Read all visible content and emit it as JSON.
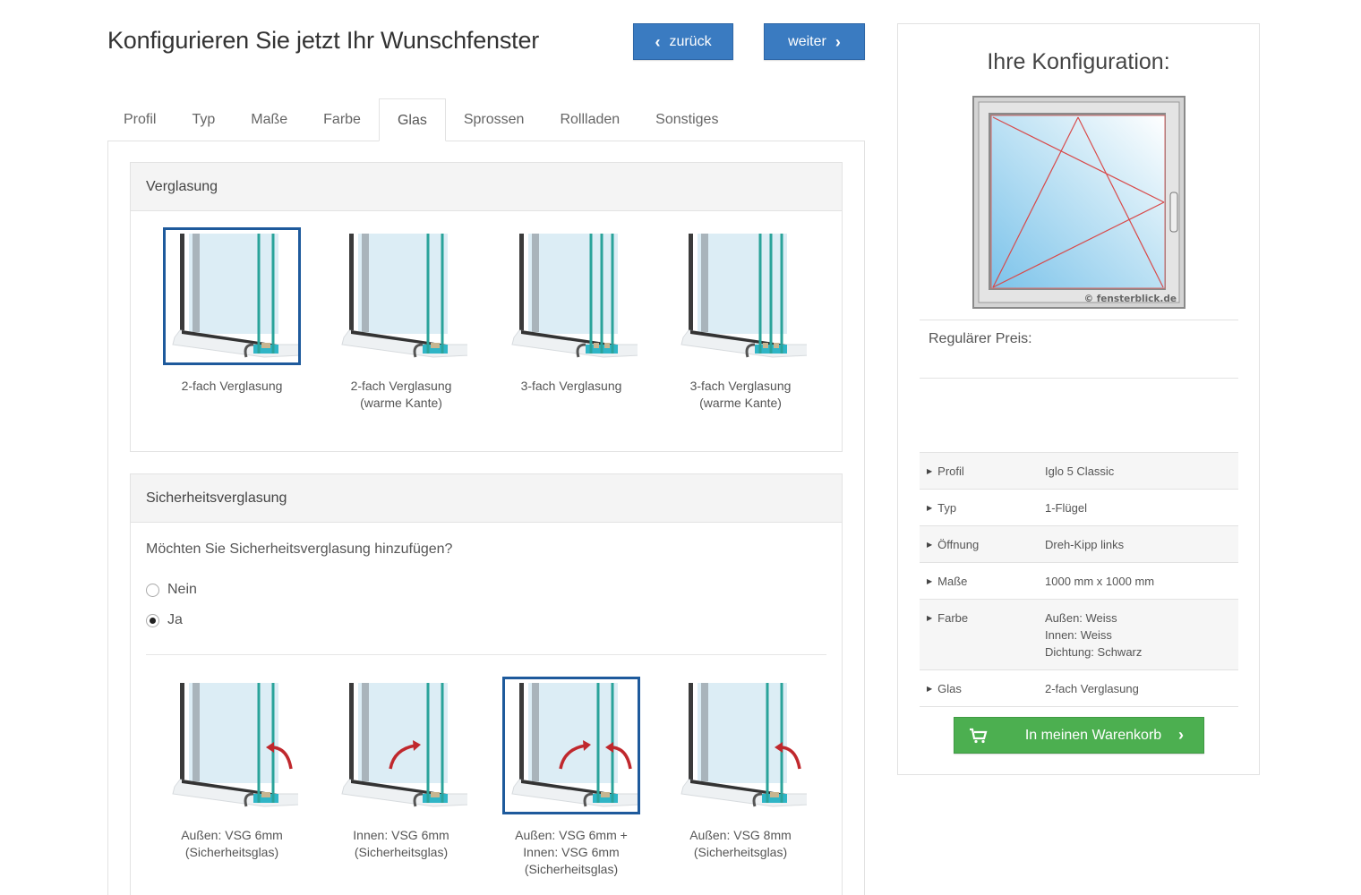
{
  "header": {
    "title": "Konfigurieren Sie jetzt Ihr Wunschfenster",
    "back_label": "zurück",
    "next_label": "weiter"
  },
  "tabs": [
    {
      "label": "Profil",
      "active": false
    },
    {
      "label": "Typ",
      "active": false
    },
    {
      "label": "Maße",
      "active": false
    },
    {
      "label": "Farbe",
      "active": false
    },
    {
      "label": "Glas",
      "active": true
    },
    {
      "label": "Sprossen",
      "active": false
    },
    {
      "label": "Rollladen",
      "active": false
    },
    {
      "label": "Sonstiges",
      "active": false
    }
  ],
  "glazing": {
    "heading": "Verglasung",
    "options": [
      {
        "lines": [
          "2-fach Verglasung"
        ],
        "panes": 2,
        "selected": true
      },
      {
        "lines": [
          "2-fach Verglasung",
          "(warme Kante)"
        ],
        "panes": 2,
        "selected": false
      },
      {
        "lines": [
          "3-fach Verglasung"
        ],
        "panes": 3,
        "selected": false
      },
      {
        "lines": [
          "3-fach Verglasung",
          "(warme Kante)"
        ],
        "panes": 3,
        "selected": false
      }
    ]
  },
  "security": {
    "heading": "Sicherheitsverglasung",
    "question": "Möchten Sie Sicherheitsverglasung hinzufügen?",
    "radios": [
      {
        "label": "Nein",
        "checked": false
      },
      {
        "label": "Ja",
        "checked": true
      }
    ],
    "options": [
      {
        "lines": [
          "Außen: VSG 6mm",
          "(Sicherheitsglas)"
        ],
        "arrows": [
          "outer"
        ],
        "selected": false
      },
      {
        "lines": [
          "Innen: VSG 6mm",
          "(Sicherheitsglas)"
        ],
        "arrows": [
          "inner"
        ],
        "selected": false
      },
      {
        "lines": [
          "Außen: VSG 6mm +",
          "Innen: VSG 6mm",
          "(Sicherheitsglas)"
        ],
        "arrows": [
          "inner",
          "outer"
        ],
        "selected": true
      },
      {
        "lines": [
          "Außen: VSG 8mm",
          "(Sicherheitsglas)"
        ],
        "arrows": [
          "outer"
        ],
        "selected": false
      }
    ]
  },
  "sidebar": {
    "title": "Ihre Konfiguration:",
    "watermark": "© fensterblick.de",
    "price_label": "Regulärer Preis:",
    "config": [
      {
        "key": "Profil",
        "value": [
          "Iglo 5 Classic"
        ]
      },
      {
        "key": "Typ",
        "value": [
          "1-Flügel"
        ]
      },
      {
        "key": "Öffnung",
        "value": [
          "Dreh-Kipp links"
        ]
      },
      {
        "key": "Maße",
        "value": [
          "1000 mm x 1000 mm"
        ]
      },
      {
        "key": "Farbe",
        "value": [
          "Außen: Weiss",
          "Innen: Weiss",
          "Dichtung: Schwarz"
        ]
      },
      {
        "key": "Glas",
        "value": [
          "2-fach Verglasung"
        ]
      }
    ],
    "cart_label": "In meinen Warenkorb"
  },
  "colors": {
    "primary_button": "#3a7bc1",
    "cart_button": "#4caf50",
    "selected_border": "#1e5a9c",
    "glass_pane": "#2aa39a",
    "arrow": "#c0282d"
  }
}
